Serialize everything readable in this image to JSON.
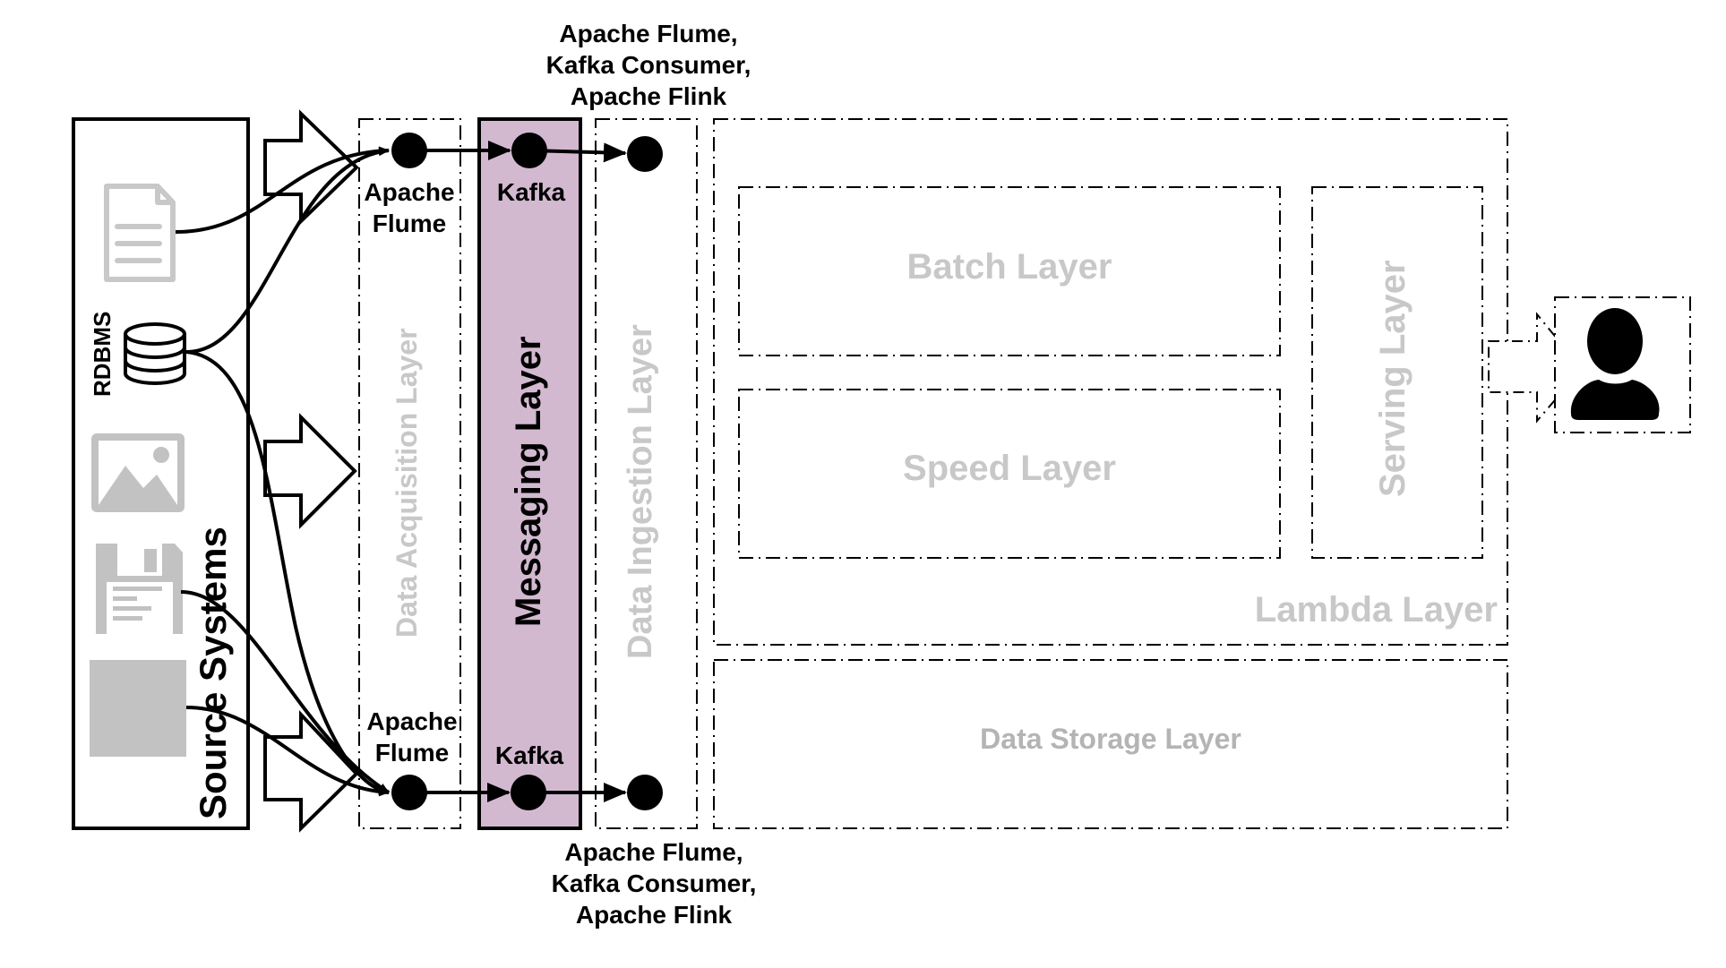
{
  "diagram": {
    "title": "Big data pipeline architecture",
    "colors": {
      "messaging_fill": "#d2b9d0",
      "stroke": "#000000",
      "faded_text": "#c8c8c8",
      "icon_grey": "#c2c2c2"
    },
    "source_systems": {
      "label": "Source Systems",
      "rdbms_label": "RDBMS",
      "icons": [
        "document-icon",
        "database-icon",
        "image-icon",
        "floppy-disk-icon",
        "grey-block-icon"
      ]
    },
    "layers": {
      "data_acquisition": "Data Acquisition Layer",
      "messaging": "Messaging Layer",
      "data_ingestion": "Data Ingestion Layer",
      "batch": "Batch Layer",
      "speed": "Speed Layer",
      "serving": "Serving Layer",
      "lambda": "Lambda Layer",
      "data_storage": "Data Storage Layer"
    },
    "nodes": {
      "acquisition_top": [
        "Apache",
        "Flume"
      ],
      "acquisition_bottom": [
        "Apache",
        "Flume"
      ],
      "messaging_top": "Kafka",
      "messaging_bottom": "Kafka"
    },
    "ingestion_tools_top": [
      "Apache Flume,",
      "Kafka Consumer,",
      "Apache Flink"
    ],
    "ingestion_tools_bottom": [
      "Apache Flume,",
      "Kafka Consumer,",
      "Apache Flink"
    ],
    "consumer": "user-icon"
  }
}
